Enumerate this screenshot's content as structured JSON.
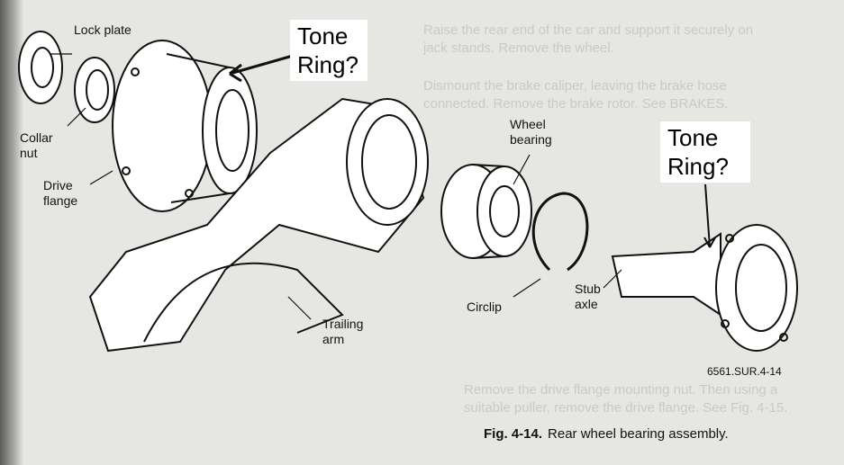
{
  "background_text": [
    "Raise the rear end of the car and support it securely on",
    "jack stands. Remove the wheel.",
    "Dismount the brake caliper, leaving the brake hose",
    "connected. Remove the brake rotor. See BRAKES.",
    "Remove the drive flange mounting nut. Then using a",
    "suitable puller, remove the drive flange. See Fig. 4-15."
  ],
  "labels": {
    "lock_plate": "Lock plate",
    "collar_nut": "Collar\nnut",
    "drive_flange": "Drive\nflange",
    "wheel_bearing": "Wheel\nbearing",
    "circlip": "Circlip",
    "stub_axle": "Stub\naxle",
    "trailing_arm": "Trailing\narm"
  },
  "annotations": {
    "tone_ring_1": "Tone\nRing?",
    "tone_ring_2": "Tone\nRing?"
  },
  "figure_code": "6561.SUR.4-14",
  "caption": {
    "number": "Fig. 4-14.",
    "text": "Rear wheel bearing assembly."
  }
}
